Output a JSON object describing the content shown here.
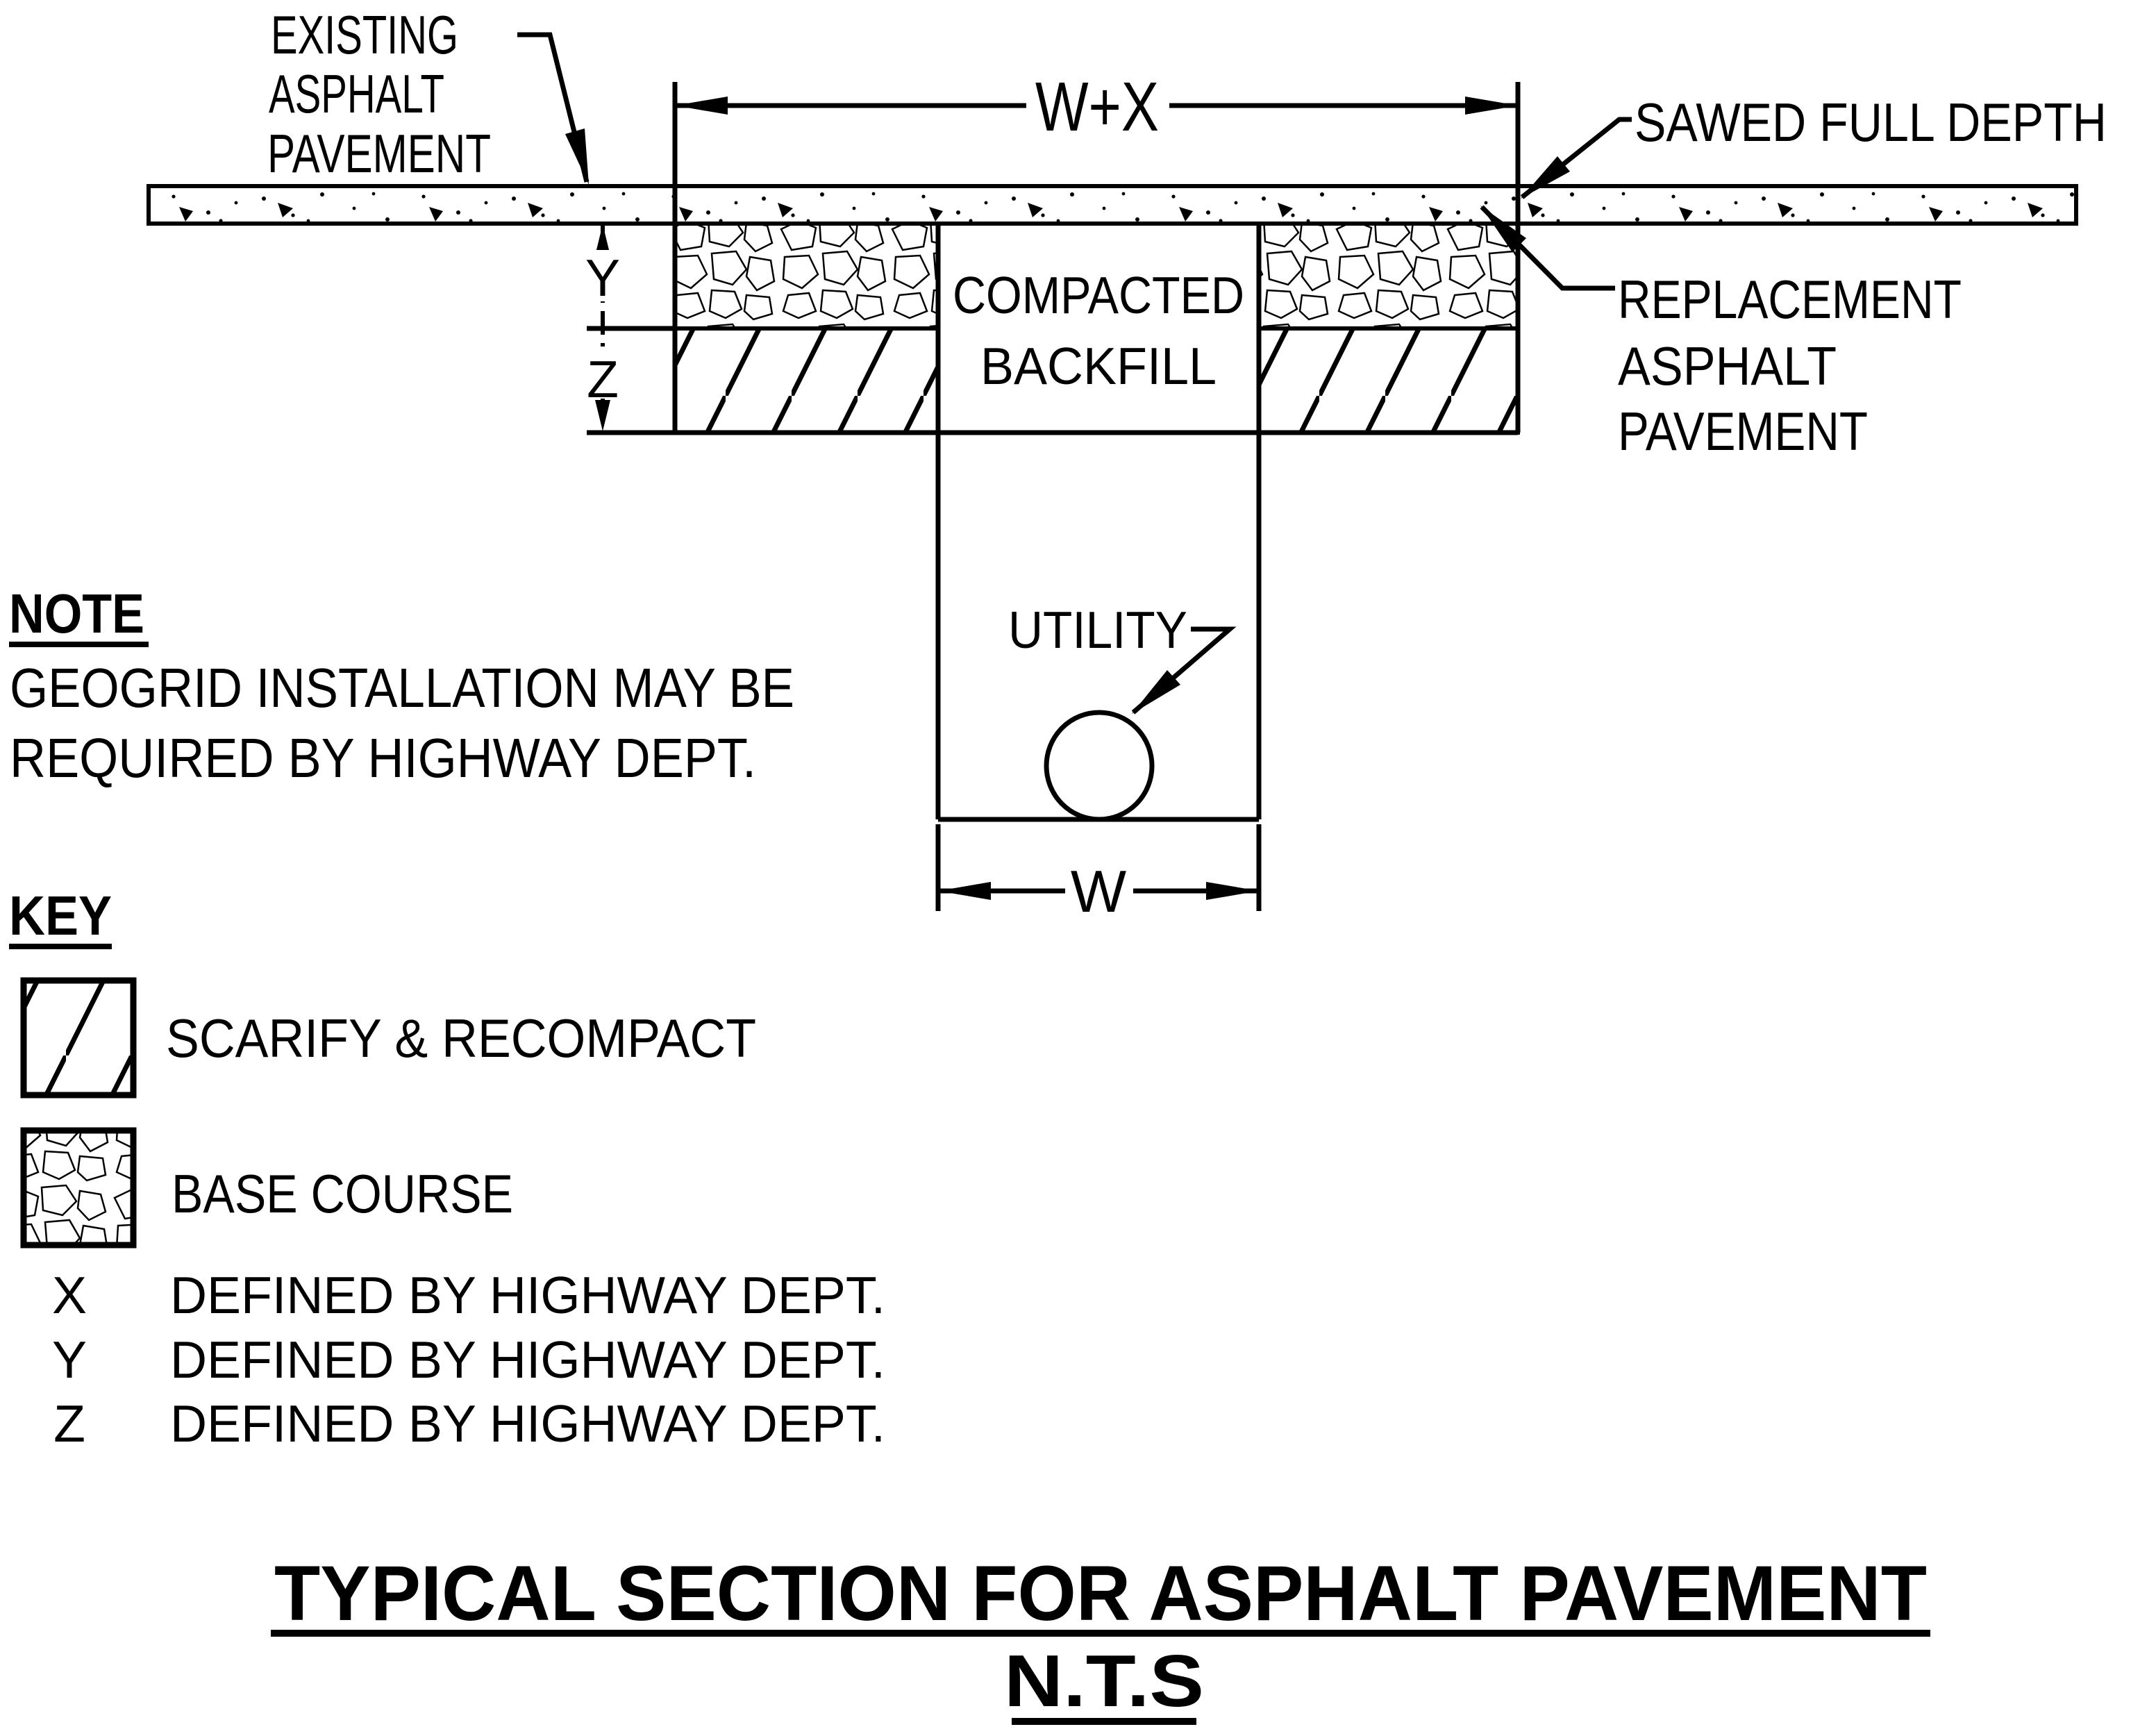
{
  "drawing": {
    "labels": {
      "existing": [
        "EXISTING",
        "ASPHALT",
        "PAVEMENT"
      ],
      "sawed": "SAWED FULL DEPTH",
      "replacement": [
        "REPLACEMENT",
        "ASPHALT",
        "PAVEMENT"
      ],
      "backfill": [
        "COMPACTED",
        "BACKFILL"
      ],
      "utility": "UTILITY"
    },
    "dimensions": {
      "wx": "W+X",
      "w": "W",
      "y": "Y",
      "z": "Z"
    },
    "note": {
      "heading": "NOTE",
      "lines": [
        "GEOGRID INSTALLATION MAY BE",
        "REQUIRED BY HIGHWAY DEPT."
      ]
    },
    "key": {
      "heading": "KEY",
      "items": [
        {
          "swatch": "scarify-hatch",
          "label": "SCARIFY & RECOMPACT"
        },
        {
          "swatch": "base-course-stones",
          "label": "BASE COURSE"
        }
      ]
    },
    "definitions": [
      {
        "symbol": "X",
        "text": "DEFINED BY HIGHWAY DEPT."
      },
      {
        "symbol": "Y",
        "text": "DEFINED BY HIGHWAY DEPT."
      },
      {
        "symbol": "Z",
        "text": "DEFINED BY HIGHWAY DEPT."
      }
    ],
    "title": {
      "heading": "TYPICAL SECTION FOR ASPHALT PAVEMENT",
      "scale": "N.T.S"
    },
    "colors": {
      "ink": "#000000",
      "paper": "#ffffff"
    }
  }
}
